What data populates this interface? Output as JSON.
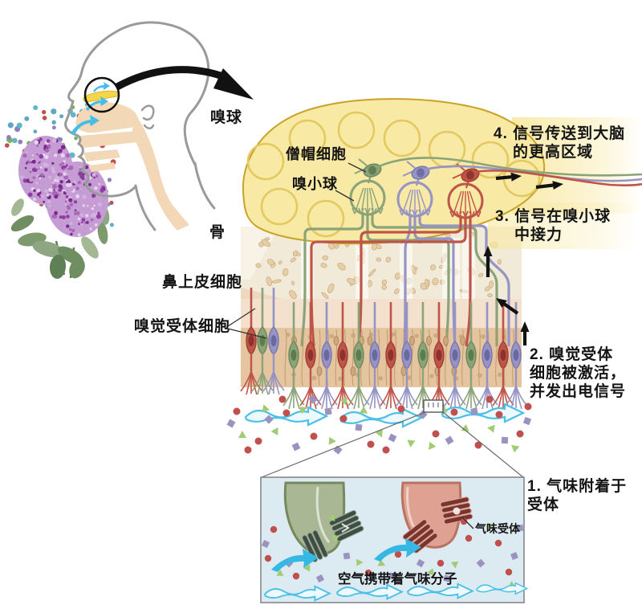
{
  "labels": {
    "olfactory_bulb": "嗅球",
    "mitral_cell": "僧帽细胞",
    "glomerulus": "嗅小球",
    "bone": "骨",
    "nasal_epithelium": "鼻上皮细胞",
    "olfactory_receptor_cells": "嗅觉受体细胞",
    "odor_receptor": "气味受体",
    "air_carries_odor_molecules": "空气携带着气味分子"
  },
  "steps": {
    "step1": "1. 气味附着于\n受体",
    "step2": "2. 嗅觉受体\n细胞被激活，\n并发出电信号",
    "step3": "3. 信号在嗅小球\n中接力",
    "step4": "4. 信号传送到大脑\n的更高区域"
  },
  "colors": {
    "bulb_fill": "#f8e9a4",
    "bulb_outline": "#c9a227",
    "bulb_ring": "#e3c95f",
    "bone_fill": "#f1ead8",
    "bone_speckle": "#e6cfa8",
    "bone_speckle_outline": "#c9aa80",
    "epithelium_pink": "#f3e0cd",
    "epithelium_tan": "#e4c5a0",
    "support_cell": "#b9905e",
    "support_nucleus": "#cfa77b",
    "neuron_red": "#bf5449",
    "neuron_green": "#8aa379",
    "neuron_purple": "#9693c5",
    "molecule_red": "#c0504d",
    "molecule_purple": "#9a93c0",
    "molecule_green": "#a2cc74",
    "air_arrow": "#45bde8",
    "inset_bg": "#dceaf2",
    "inset_cell_green": "#a9b795",
    "inset_cell_pink": "#dfa192",
    "receptor_dark_green": "#3e4e42",
    "receptor_dark_red": "#7c332b",
    "skin": "#f2d8b6",
    "outline_gray": "#9a9a9a",
    "flower_purple": "#c59cd4",
    "flower_dark": "#8e3da0",
    "leaf_green": "#7d9a6d",
    "head_bulb_yellow": "#f3d64b",
    "text": "#141414"
  }
}
